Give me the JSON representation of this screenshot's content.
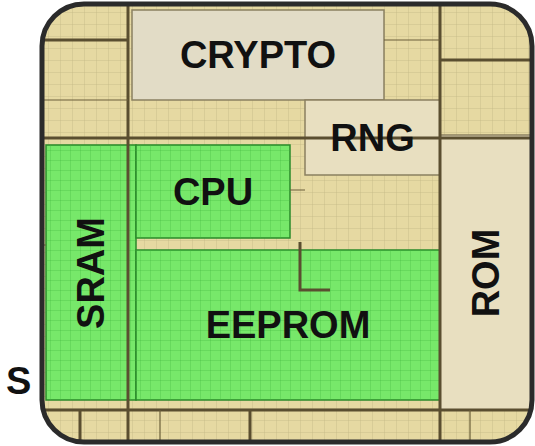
{
  "diagram": {
    "nodes": [
      {
        "text": [
          "CRYPTO"
        ]
      },
      {
        "text": [
          "RNG"
        ]
      },
      {
        "text": [
          "SRAM"
        ]
      },
      {
        "text": [
          "CPU"
        ]
      },
      {
        "text": [
          "ROM"
        ]
      },
      {
        "text": [
          "EEPROM"
        ]
      }
    ],
    "labels": [
      "S"
    ]
  }
}
